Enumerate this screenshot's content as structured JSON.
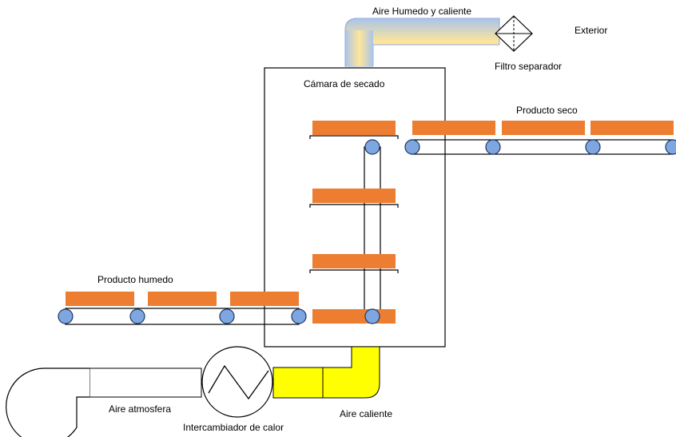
{
  "labels": {
    "aire_humedo": "Aire Humedo y caliente",
    "exterior": "Exterior",
    "filtro": "Filtro separador",
    "camara": "Cámara de secado",
    "producto_seco": "Producto seco",
    "producto_humedo": "Producto humedo",
    "aire_atmosfera": "Aire atmosfera",
    "intercambiador": "Intercambiador de calor",
    "aire_caliente": "Aire caliente"
  },
  "colors": {
    "product": "#ED7D31",
    "roller": "#7EA6E0",
    "hot_air": "#FFFF00",
    "humid_air_edge": "#8FAADC",
    "humid_air_fill": "#FFE699",
    "line": "#000000"
  }
}
